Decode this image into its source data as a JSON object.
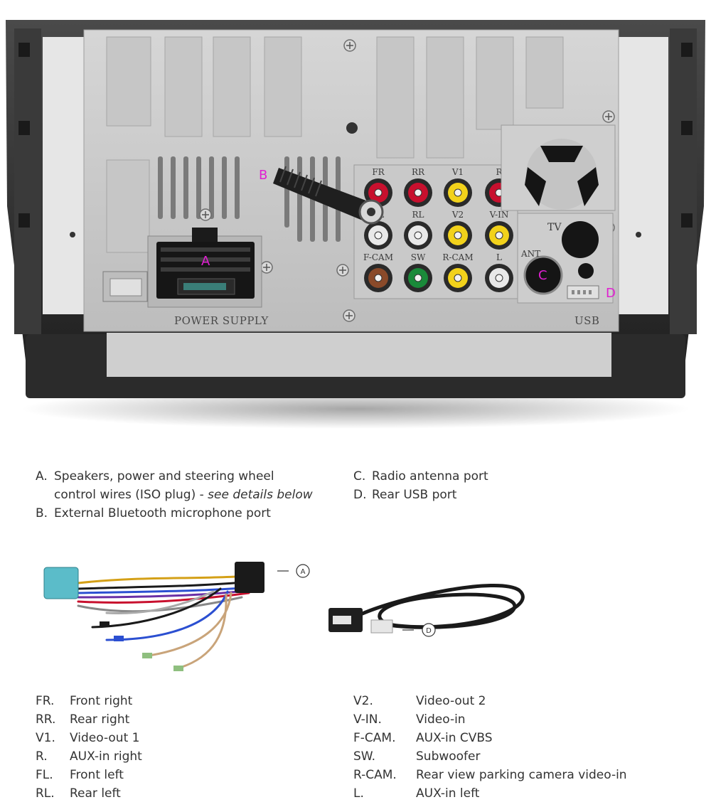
{
  "markers": {
    "a": "A",
    "b": "B",
    "c": "C",
    "d": "D"
  },
  "stamps": {
    "power_supply": "POWER SUPPLY",
    "usb": "USB",
    "tv": "TV",
    "ant": "ANT"
  },
  "jack_labels": {
    "fr": "FR",
    "rr": "RR",
    "v1": "V1",
    "r": "R",
    "fl": "FL",
    "rl": "RL",
    "v2": "V2",
    "vin": "V-IN",
    "fcam": "F-CAM",
    "sw": "SW",
    "rcam": "R-CAM",
    "l": "L"
  },
  "legend": {
    "a": {
      "letter": "A.",
      "text_line1": "Speakers, power and steering wheel",
      "text_line2": "control wires (ISO plug) - ",
      "text_italic": "see details below"
    },
    "b": {
      "letter": "B.",
      "text": "External Bluetooth microphone port"
    },
    "c": {
      "letter": "C.",
      "text": "Radio antenna port"
    },
    "d": {
      "letter": "D.",
      "text": "Rear USB port"
    }
  },
  "callouts": {
    "a": "A",
    "d": "D"
  },
  "abbreviations_left": [
    {
      "code": "FR.",
      "desc": "Front right"
    },
    {
      "code": "RR.",
      "desc": "Rear right"
    },
    {
      "code": "V1.",
      "desc": "Video-out 1"
    },
    {
      "code": "R.",
      "desc": "AUX-in right"
    },
    {
      "code": "FL.",
      "desc": "Front left"
    },
    {
      "code": "RL.",
      "desc": "Rear left"
    }
  ],
  "abbreviations_right": [
    {
      "code": "V2.",
      "desc": "Video-out 2"
    },
    {
      "code": "V-IN.",
      "desc": "Video-in"
    },
    {
      "code": "F-CAM.",
      "desc": "AUX-in CVBS"
    },
    {
      "code": "SW.",
      "desc": "Subwoofer"
    },
    {
      "code": "R-CAM.",
      "desc": "Rear view parking camera video-in"
    },
    {
      "code": "L.",
      "desc": "AUX-in left"
    }
  ],
  "colors": {
    "marker": "#e01fd1",
    "red_jack": "#c8102e",
    "white_jack": "#e8e8e8",
    "yellow_jack": "#f2d21b",
    "brown_jack": "#8a4a2a",
    "green_jack": "#1a8a3a"
  }
}
